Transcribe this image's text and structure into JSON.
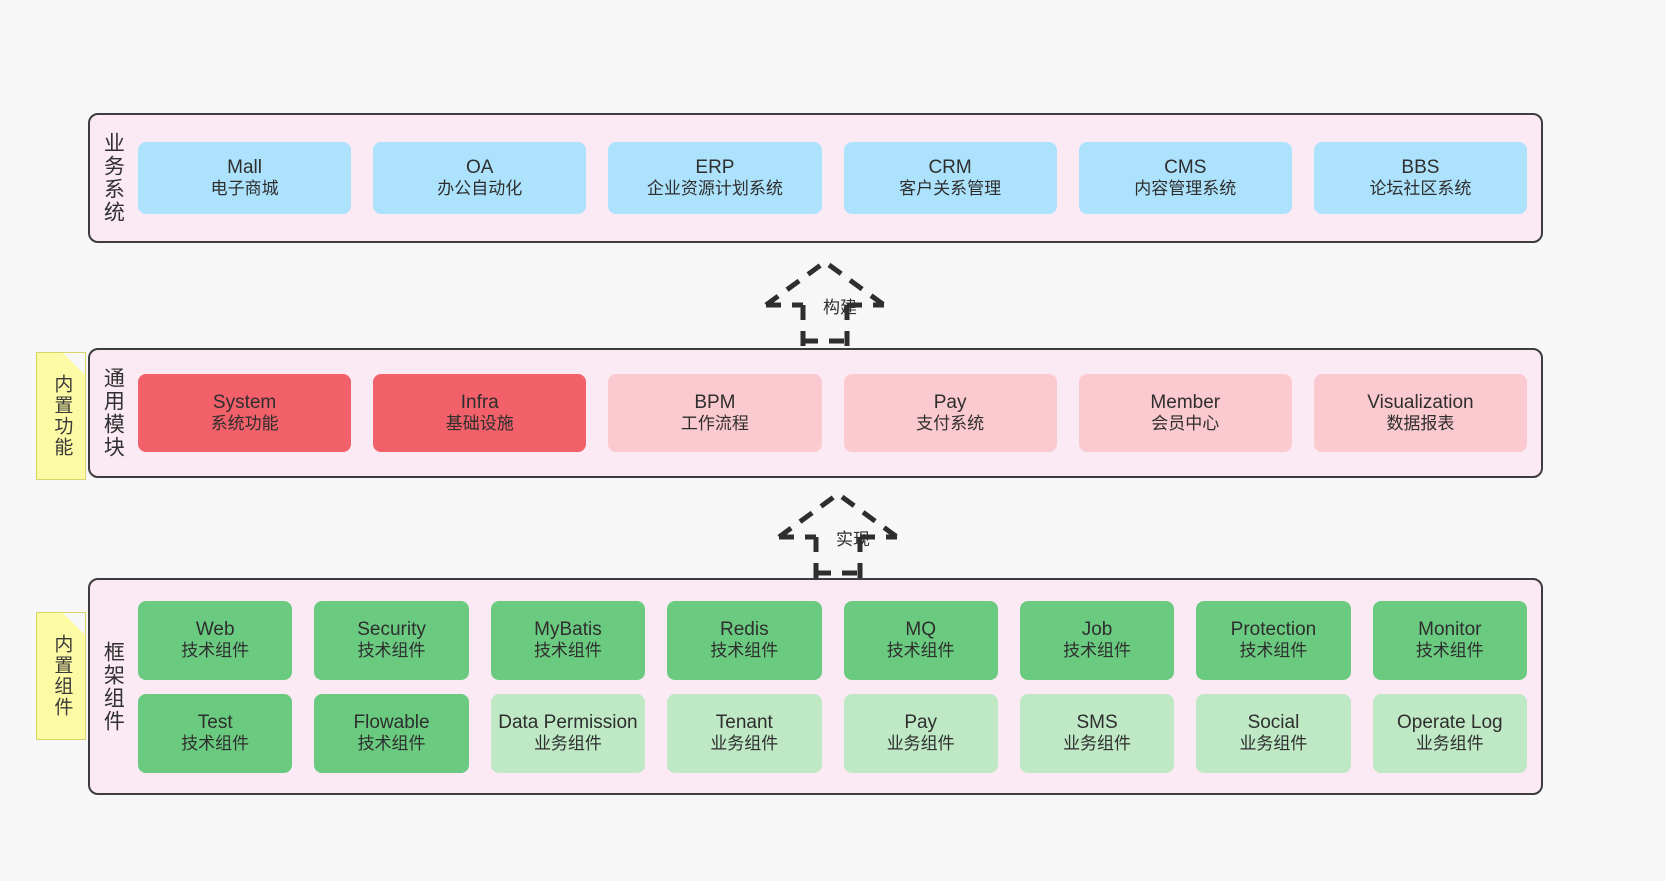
{
  "diagram": {
    "title_hidden": "",
    "colors": {
      "panel_bg": "#fbeaf4",
      "panel_border": "#3d3d3d",
      "blue": "#ade2fc",
      "red": "#f2606a",
      "pink": "#fbc9d0",
      "green": "#6acb80",
      "light_green": "#bfe8c5",
      "note_yellow": "#fcfaa5",
      "canvas": "#f7f7f7"
    },
    "layers": [
      {
        "id": "business-system",
        "title": "业务系统",
        "rows": [
          {
            "cards": [
              {
                "name": "Mall",
                "desc": "电子商城",
                "color": "blue"
              },
              {
                "name": "OA",
                "desc": "办公自动化",
                "color": "blue"
              },
              {
                "name": "ERP",
                "desc": "企业资源计划系统",
                "color": "blue"
              },
              {
                "name": "CRM",
                "desc": "客户关系管理",
                "color": "blue"
              },
              {
                "name": "CMS",
                "desc": "内容管理系统",
                "color": "blue"
              },
              {
                "name": "BBS",
                "desc": "论坛社区系统",
                "color": "blue"
              }
            ]
          }
        ]
      },
      {
        "id": "common-module",
        "title": "通用模块",
        "note": "内置功能",
        "rows": [
          {
            "cards": [
              {
                "name": "System",
                "desc": "系统功能",
                "color": "red"
              },
              {
                "name": "Infra",
                "desc": "基础设施",
                "color": "red"
              },
              {
                "name": "BPM",
                "desc": "工作流程",
                "color": "pink"
              },
              {
                "name": "Pay",
                "desc": "支付系统",
                "color": "pink"
              },
              {
                "name": "Member",
                "desc": "会员中心",
                "color": "pink"
              },
              {
                "name": "Visualization",
                "desc": "数据报表",
                "color": "pink"
              }
            ]
          }
        ]
      },
      {
        "id": "framework-component",
        "title": "框架组件",
        "note": "内置组件",
        "rows": [
          {
            "cards": [
              {
                "name": "Web",
                "desc": "技术组件",
                "color": "green"
              },
              {
                "name": "Security",
                "desc": "技术组件",
                "color": "green"
              },
              {
                "name": "MyBatis",
                "desc": "技术组件",
                "color": "green"
              },
              {
                "name": "Redis",
                "desc": "技术组件",
                "color": "green"
              },
              {
                "name": "MQ",
                "desc": "技术组件",
                "color": "green"
              },
              {
                "name": "Job",
                "desc": "技术组件",
                "color": "green"
              },
              {
                "name": "Protection",
                "desc": "技术组件",
                "color": "green"
              },
              {
                "name": "Monitor",
                "desc": "技术组件",
                "color": "green"
              }
            ]
          },
          {
            "cards": [
              {
                "name": "Test",
                "desc": "技术组件",
                "color": "green"
              },
              {
                "name": "Flowable",
                "desc": "技术组件",
                "color": "green"
              },
              {
                "name": "Data Permission",
                "desc": "业务组件",
                "color": "light_green"
              },
              {
                "name": "Tenant",
                "desc": "业务组件",
                "color": "light_green"
              },
              {
                "name": "Pay",
                "desc": "业务组件",
                "color": "light_green"
              },
              {
                "name": "SMS",
                "desc": "业务组件",
                "color": "light_green"
              },
              {
                "name": "Social",
                "desc": "业务组件",
                "color": "light_green"
              },
              {
                "name": "Operate Log",
                "desc": "业务组件",
                "color": "light_green"
              }
            ]
          }
        ]
      }
    ],
    "connectors": [
      {
        "id": "build",
        "label": "构建",
        "style": "dashed-hollow-triangle",
        "direction": "up"
      },
      {
        "id": "implement",
        "label": "实现",
        "style": "dashed-hollow-triangle",
        "direction": "up"
      }
    ],
    "notes": [
      {
        "id": "builtin-function",
        "label": "内置功能"
      },
      {
        "id": "builtin-component",
        "label": "内置组件"
      }
    ]
  }
}
